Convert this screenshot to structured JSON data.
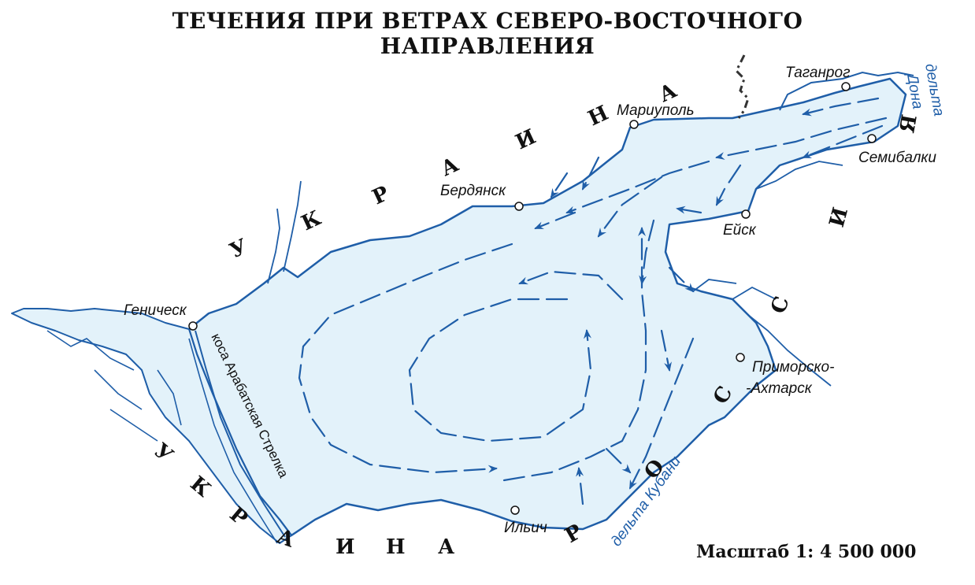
{
  "title": {
    "line1": "ТЕЧЕНИЯ ПРИ ВЕТРАХ СЕВЕРО-ВОСТОЧНОГО",
    "line2": "НАПРАВЛЕНИЯ"
  },
  "scale": "Масштаб 1: 4 500 000",
  "countries": {
    "ukraine_north": [
      "У",
      "К",
      "Р",
      "А",
      "И",
      "Н",
      "А"
    ],
    "ukraine_south": [
      "У",
      "К",
      "Р",
      "А",
      "И",
      "Н",
      "А"
    ],
    "russia": [
      "Р",
      "О",
      "С",
      "С",
      "И",
      "Я"
    ]
  },
  "cities": {
    "taganrog": "Таганрог",
    "mariupol": "Мариуполь",
    "berdyansk": "Бердянск",
    "semibalki": "Семибалки",
    "yeysk": "Ейск",
    "genichesk": "Геническ",
    "primorsko1": "Приморско-",
    "primorsko2": "-Ахтарск",
    "ilyich": "Ильич"
  },
  "labels": {
    "delta_don1": "дельта",
    "delta_don2": "Дона",
    "delta_kuban": "дельта Кубани",
    "spit": "коса Арабатская Стрелка"
  },
  "colors": {
    "water": "#e3f2fa",
    "coast": "#1f5ea8",
    "arrow": "#1f5ea8",
    "border": "#333333"
  }
}
